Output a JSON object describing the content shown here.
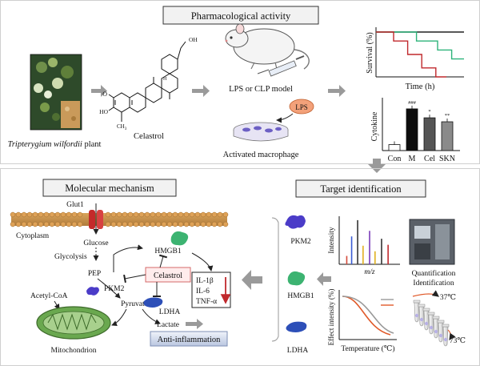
{
  "sections": {
    "pharmacological_title": "Pharmacological activity",
    "molecular_title": "Molecular mechanism",
    "target_title": "Target identification"
  },
  "top": {
    "plant_name_italic": "Tripterygium wilfordii",
    "plant_suffix": " plant",
    "compound": "Celastrol",
    "model": "LPS or CLP model",
    "lps_badge": "LPS",
    "macrophage": "Activated macrophage",
    "compound_labels": {
      "carboxyl": "OH",
      "ketone": "O",
      "hydroxyl": "HO",
      "methyl": "CH",
      "methyl_sub": "3",
      "h": "H"
    },
    "survival": {
      "ylabel": "Survival (%)",
      "xlabel": "Time (h)",
      "series": [
        {
          "color": "#222222",
          "steps": [
            [
              0,
              100
            ],
            [
              10,
              100
            ]
          ]
        },
        {
          "color": "#2db37a",
          "steps": [
            [
              0,
              100
            ],
            [
              4.6,
              100
            ],
            [
              4.6,
              80
            ],
            [
              7,
              80
            ],
            [
              7,
              60
            ],
            [
              8.6,
              60
            ],
            [
              8.6,
              40
            ],
            [
              10,
              40
            ]
          ]
        },
        {
          "color": "#c0282c",
          "steps": [
            [
              0,
              100
            ],
            [
              2,
              100
            ],
            [
              2,
              80
            ],
            [
              3.6,
              80
            ],
            [
              3.6,
              50
            ],
            [
              5.2,
              50
            ],
            [
              5.2,
              20
            ],
            [
              6.8,
              20
            ],
            [
              6.8,
              0
            ],
            [
              8,
              0
            ]
          ]
        }
      ]
    },
    "cytokine": {
      "ylabel": "Cytokine",
      "categories": [
        "Con",
        "M",
        "Cel",
        "SKN"
      ],
      "values": [
        0.12,
        0.84,
        0.66,
        0.58
      ],
      "annotations": [
        "",
        "###",
        "*",
        "**"
      ],
      "colors": [
        "#ffffff",
        "#0d0d0d",
        "#555555",
        "#8a8a8a"
      ]
    }
  },
  "mechanism": {
    "glut1": "Glut1",
    "cytoplasm": "Cytoplasm",
    "glucose": "Glucose",
    "glycolysis": "Glycolysis",
    "pep": "PEP",
    "pkm2": "PKM2",
    "pyruvate": "Pyruvate",
    "acetyl": "Acetyl-CoA",
    "mitochondrion": "Mitochondrion",
    "hmgb1": "HMGB1",
    "celastrol": "Celastrol",
    "ldha": "LDHA",
    "lactate": "Lactate",
    "cytokines": [
      "IL-1β",
      "IL-6",
      "TNF-α"
    ],
    "anti": "Anti-inflammation"
  },
  "targets": {
    "pkm2": "PKM2",
    "hmgb1": "HMGB1",
    "ldha": "LDHA",
    "intensity": "Intensity",
    "mz": "m/z",
    "quant_line1": "Quantification",
    "quant_line2": "Identification",
    "effect": "Effect intensity (%)",
    "temperature": "Temperature (℃)",
    "t37": "37℃",
    "t73": "73℃",
    "ms_peaks": [
      {
        "mz": 0.08,
        "intensity": 0.18,
        "color": "#d44a3a"
      },
      {
        "mz": 0.17,
        "intensity": 0.6,
        "color": "#3a5bd4"
      },
      {
        "mz": 0.28,
        "intensity": 0.95,
        "color": "#333333"
      },
      {
        "mz": 0.38,
        "intensity": 0.4,
        "color": "#e0b020"
      },
      {
        "mz": 0.5,
        "intensity": 0.72,
        "color": "#7a3ab8"
      },
      {
        "mz": 0.6,
        "intensity": 0.28,
        "color": "#e0b020"
      },
      {
        "mz": 0.72,
        "intensity": 0.55,
        "color": "#333333"
      },
      {
        "mz": 0.84,
        "intensity": 0.42,
        "color": "#c0282c"
      }
    ]
  },
  "colors": {
    "arrow": "#9a9a9a",
    "red": "#c0282c",
    "green": "#3cb371",
    "blue_protein": "#2d4fb8",
    "purple_protein": "#4b3cc8",
    "membrane": "#c9904a",
    "dash": "#b0b0b0"
  }
}
